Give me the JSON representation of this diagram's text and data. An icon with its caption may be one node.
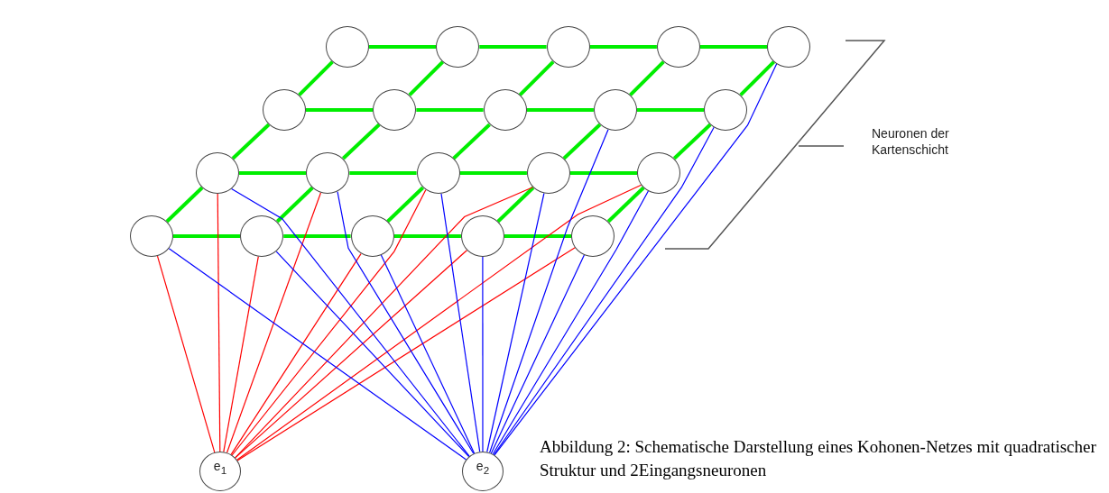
{
  "diagram": {
    "caption": "Abbildung 2: Schematische Darstellung eines Kohonen-Netzes mit quadratischer Struktur und 2Eingangsneuronen",
    "nodes": [
      {
        "text": [],
        "shape": "circle"
      },
      {
        "text": [],
        "shape": "circle"
      },
      {
        "text": [],
        "shape": "circle"
      },
      {
        "text": [],
        "shape": "circle"
      },
      {
        "text": [],
        "shape": "circle"
      },
      {
        "text": [],
        "shape": "circle"
      },
      {
        "text": [],
        "shape": "circle"
      },
      {
        "text": [],
        "shape": "circle"
      },
      {
        "text": [],
        "shape": "circle"
      },
      {
        "text": [],
        "shape": "circle"
      },
      {
        "text": [],
        "shape": "circle"
      },
      {
        "text": [],
        "shape": "circle"
      },
      {
        "text": [],
        "shape": "circle"
      },
      {
        "text": [],
        "shape": "circle"
      },
      {
        "text": [],
        "shape": "circle"
      },
      {
        "text": [],
        "shape": "circle"
      },
      {
        "text": [],
        "shape": "circle"
      },
      {
        "text": [],
        "shape": "circle"
      },
      {
        "text": [],
        "shape": "circle"
      },
      {
        "text": [],
        "shape": "circle"
      },
      {
        "text": [
          "e$_{1}$"
        ]
      },
      {
        "text": [
          "e$_{2}$"
        ]
      }
    ],
    "edges": [
      {
        "from": 0,
        "to": 1,
        "arrow": "none"
      },
      {
        "from": 1,
        "to": 2,
        "arrow": "none"
      },
      {
        "from": 2,
        "to": 3,
        "arrow": "none"
      },
      {
        "from": 3,
        "to": 4,
        "arrow": "none"
      },
      {
        "from": 5,
        "to": 6,
        "arrow": "none"
      },
      {
        "from": 6,
        "to": 7,
        "arrow": "none"
      },
      {
        "from": 7,
        "to": 8,
        "arrow": "none"
      },
      {
        "from": 8,
        "to": 9,
        "arrow": "none"
      },
      {
        "from": 10,
        "to": 11,
        "arrow": "none"
      },
      {
        "from": 11,
        "to": 12,
        "arrow": "none"
      },
      {
        "from": 12,
        "to": 13,
        "arrow": "none"
      },
      {
        "from": 13,
        "to": 14,
        "arrow": "none"
      },
      {
        "from": 15,
        "to": 16,
        "arrow": "none"
      },
      {
        "from": 16,
        "to": 17,
        "arrow": "none"
      },
      {
        "from": 17,
        "to": 18,
        "arrow": "none"
      },
      {
        "from": 18,
        "to": 19,
        "arrow": "none"
      },
      {
        "from": 0,
        "to": 5,
        "arrow": "none"
      },
      {
        "from": 5,
        "to": 10,
        "arrow": "none"
      },
      {
        "from": 10,
        "to": 15,
        "arrow": "none"
      },
      {
        "from": 1,
        "to": 6,
        "arrow": "none"
      },
      {
        "from": 6,
        "to": 11,
        "arrow": "none"
      },
      {
        "from": 11,
        "to": 16,
        "arrow": "none"
      },
      {
        "from": 2,
        "to": 7,
        "arrow": "none"
      },
      {
        "from": 7,
        "to": 12,
        "arrow": "none"
      },
      {
        "from": 12,
        "to": 17,
        "arrow": "none"
      },
      {
        "from": 3,
        "to": 8,
        "arrow": "none"
      },
      {
        "from": 8,
        "to": 13,
        "arrow": "none"
      },
      {
        "from": 13,
        "to": 18,
        "arrow": "none"
      },
      {
        "from": 4,
        "to": 9,
        "arrow": "none"
      },
      {
        "from": 9,
        "to": 14,
        "arrow": "none"
      },
      {
        "from": 14,
        "to": 19,
        "arrow": "none"
      },
      {
        "from": 20,
        "to": 15,
        "arrow": "none",
        "color": "#ff0000"
      },
      {
        "from": 20,
        "to": 10,
        "arrow": "none",
        "color": "#ff0000"
      },
      {
        "from": 20,
        "to": 16,
        "arrow": "none",
        "color": "#ff0000"
      },
      {
        "from": 20,
        "to": 11,
        "arrow": "none",
        "color": "#ff0000"
      },
      {
        "from": 20,
        "to": 17,
        "arrow": "none",
        "color": "#ff0000"
      },
      {
        "from": 20,
        "to": 12,
        "arrow": "none",
        "color": "#ff0000"
      },
      {
        "from": 20,
        "to": 18,
        "arrow": "none",
        "color": "#ff0000"
      },
      {
        "from": 20,
        "to": 13,
        "arrow": "none",
        "color": "#ff0000"
      },
      {
        "from": 20,
        "to": 19,
        "arrow": "none",
        "color": "#ff0000"
      },
      {
        "from": 20,
        "to": 14,
        "arrow": "none",
        "color": "#ff0000"
      },
      {
        "from": 21,
        "to": 15,
        "arrow": "none",
        "color": "#0000ff"
      },
      {
        "from": 21,
        "to": 10,
        "arrow": "none",
        "color": "#0000ff"
      },
      {
        "from": 21,
        "to": 16,
        "arrow": "none",
        "color": "#0000ff"
      },
      {
        "from": 21,
        "to": 11,
        "arrow": "none",
        "color": "#0000ff"
      },
      {
        "from": 21,
        "to": 17,
        "arrow": "none",
        "color": "#0000ff"
      },
      {
        "from": 21,
        "to": 12,
        "arrow": "none",
        "color": "#0000ff"
      },
      {
        "from": 21,
        "to": 18,
        "arrow": "none",
        "color": "#0000ff"
      },
      {
        "from": 21,
        "to": 13,
        "arrow": "none",
        "color": "#0000ff"
      },
      {
        "from": 21,
        "to": 19,
        "arrow": "none",
        "color": "#0000ff"
      },
      {
        "from": 21,
        "to": 14,
        "arrow": "none",
        "color": "#0000ff"
      },
      {
        "from": 21,
        "to": 8,
        "arrow": "none",
        "color": "#0000ff"
      },
      {
        "from": 21,
        "to": 9,
        "arrow": "none",
        "color": "#0000ff"
      },
      {
        "from": 21,
        "to": 4,
        "arrow": "none",
        "color": "#0000ff"
      }
    ],
    "labels": [
      "Neuronen der Kartenschicht"
    ]
  }
}
